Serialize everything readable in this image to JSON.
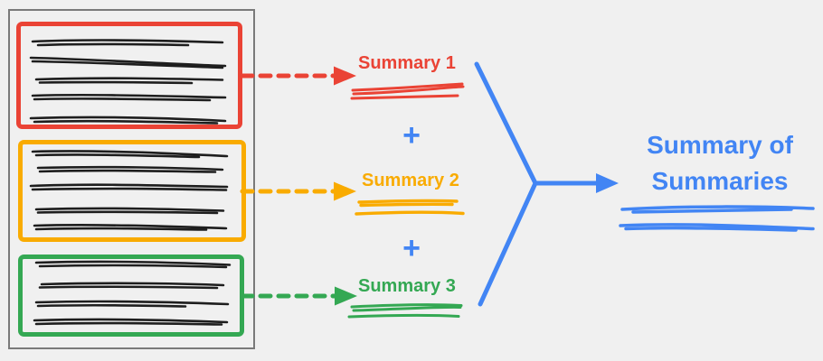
{
  "diagram": {
    "background_color": "#f0f0f0",
    "source_document": {
      "name": "document-with-three-sections",
      "border_color": "#7a7a7a",
      "sections": [
        {
          "id": "section-1",
          "color": "#ea4335",
          "text_scribble_lines": 5
        },
        {
          "id": "section-2",
          "color": "#f9ab00",
          "text_scribble_lines": 5
        },
        {
          "id": "section-3",
          "color": "#34a853",
          "text_scribble_lines": 4
        }
      ]
    },
    "summaries": [
      {
        "label": "Summary 1",
        "color": "#ea4335",
        "arrow": "dashed"
      },
      {
        "label": "Summary 2",
        "color": "#f9ab00",
        "arrow": "dashed"
      },
      {
        "label": "Summary 3",
        "color": "#34a853",
        "arrow": "dashed"
      }
    ],
    "operator": {
      "symbol": "+",
      "color": "#4285f4",
      "count": 2
    },
    "merge_arrow_color": "#4285f4",
    "output": {
      "label": "Summary of Summaries",
      "color": "#4285f4"
    }
  }
}
